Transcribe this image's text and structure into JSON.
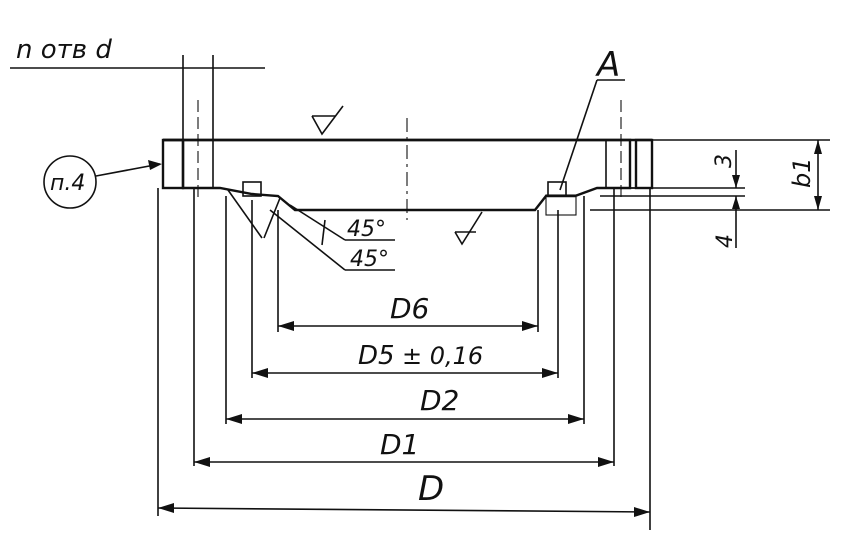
{
  "drawing": {
    "holes_label": "n отв d",
    "note_ref": "п.4",
    "view_label": "A",
    "angle_1": "45°",
    "angle_2": "45°",
    "dim_3": "3",
    "dim_4": "4",
    "dim_b1": "b1",
    "dim_D6": "D6",
    "dim_D5": "D5",
    "dim_D5_tol": "± 0,16",
    "dim_D2": "D2",
    "dim_D1": "D1",
    "dim_D": "D"
  },
  "colors": {
    "ink": "#111111",
    "paper": "#ffffff"
  }
}
